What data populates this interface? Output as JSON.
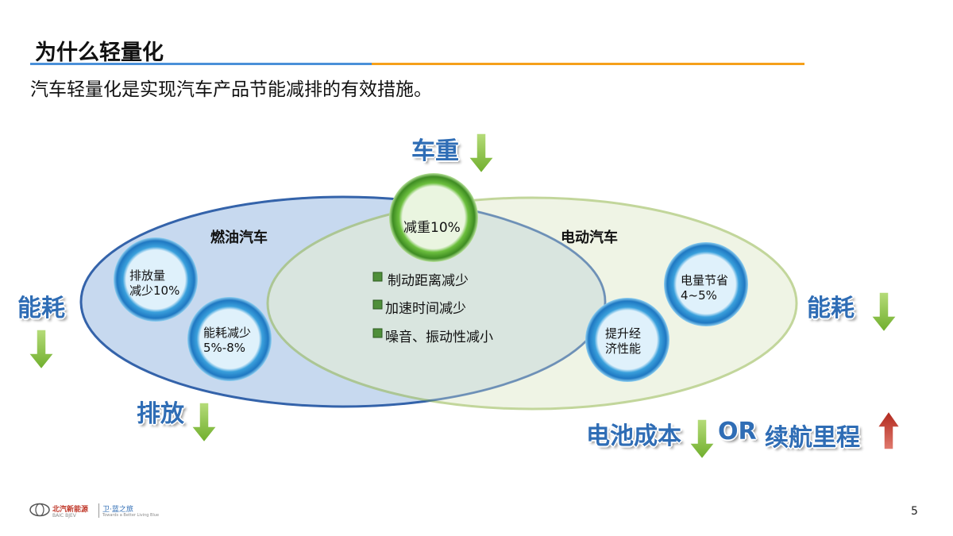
{
  "header": {
    "title": "为什么轻量化",
    "subtitle": "汽车轻量化是实现汽车产品节能减排的有效措施。"
  },
  "diagram": {
    "left_label": "燃油汽车",
    "right_label": "电动汽车",
    "center_ring": "减重10%",
    "left_ring_1": [
      "排放量",
      "减少10%"
    ],
    "left_ring_2": [
      "能耗减少",
      "5%-8%"
    ],
    "right_ring_1": [
      "电量节省",
      "4~5%"
    ],
    "right_ring_2": [
      "提升经",
      "济性能"
    ],
    "bullets": [
      "制动距离减少",
      "加速时间减少",
      "噪音、振动性减小"
    ],
    "top_word": "车重",
    "left_word": "能耗",
    "right_word": "能耗",
    "bottom_left_word": "排放",
    "bottom_right": {
      "word1": "电池成本",
      "or": "OR",
      "word2": "续航里程"
    },
    "colors": {
      "left_ellipse": "#c5d7ef",
      "right_ellipse": "#e6eed5",
      "ring_blue": "#2a8fd0",
      "ring_green": "#5aa832",
      "down_arrow": "#8cc43e",
      "up_arrow": "#c0392b",
      "big_word": "#2f6db5"
    }
  },
  "footer": {
    "logo": "北汽新能源",
    "logo_sub": "BAIC BJEV",
    "slogan": "卫·蓝之旅",
    "slogan_sub": "Towards a Better Living Blue",
    "page": "5"
  }
}
